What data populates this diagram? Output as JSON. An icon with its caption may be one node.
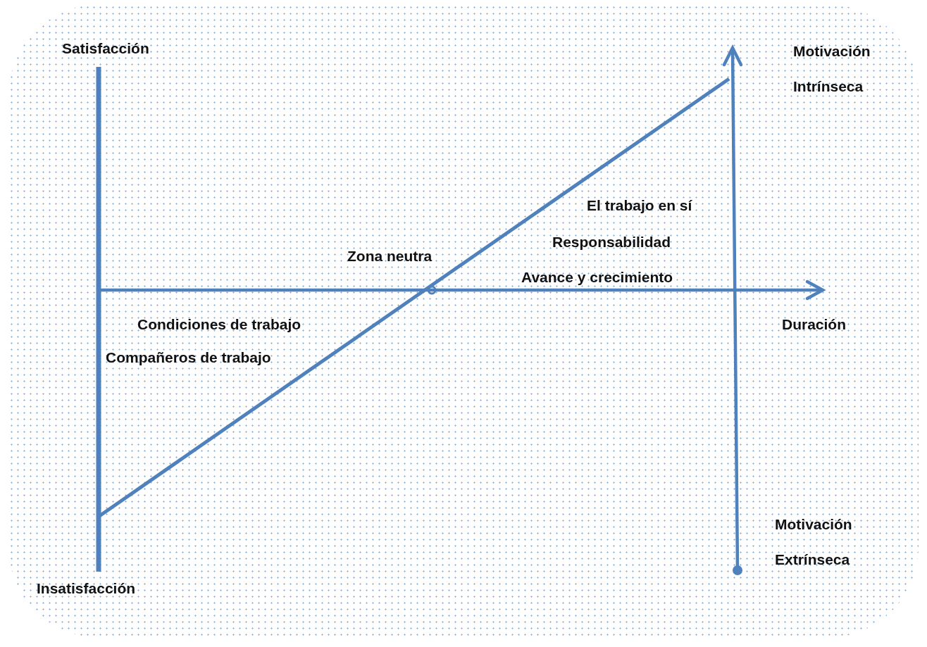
{
  "diagram": {
    "labels": [
      "Satisfacción",
      "Motivación Intrínseca",
      "El trabajo en sí",
      "Responsabilidad",
      "Zona neutra",
      "Avance y crecimiento",
      "Condiciones de trabajo",
      "Duración",
      "Compañeros de trabajo",
      "Motivación Extrínseca",
      "Insatisfacción"
    ]
  }
}
